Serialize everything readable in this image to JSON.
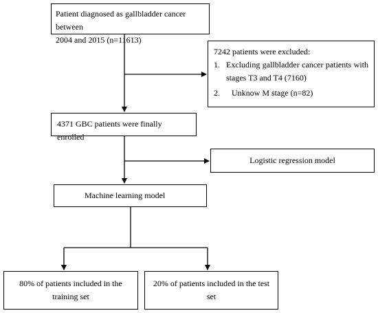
{
  "boxes": {
    "diagnosed": {
      "line1": "Patient diagnosed as gallbladder cancer between",
      "line2": "2004 and 2015 (n=11613)"
    },
    "excluded": {
      "heading": "7242 patients were excluded:",
      "item1_number": "1.",
      "item1_line1": "Excluding gallbladder cancer patients with",
      "item1_line2": "stages T3 and T4 (7160)",
      "item2_number": "2.",
      "item2_text": "Unknow M stage (n=82)"
    },
    "enrolled": {
      "text": "4371 GBC patients were finally enrolled"
    },
    "logistic": {
      "text": "Logistic regression model"
    },
    "machine_learning": {
      "text": "Machine learning model"
    },
    "training": {
      "line1": "80% of patients included in the",
      "line2": "training set"
    },
    "test": {
      "line1": "20% of patients included in the test",
      "line2": "set"
    }
  },
  "colors": {
    "line": "#000000",
    "box_border": "#000000",
    "background": "#ffffff"
  }
}
